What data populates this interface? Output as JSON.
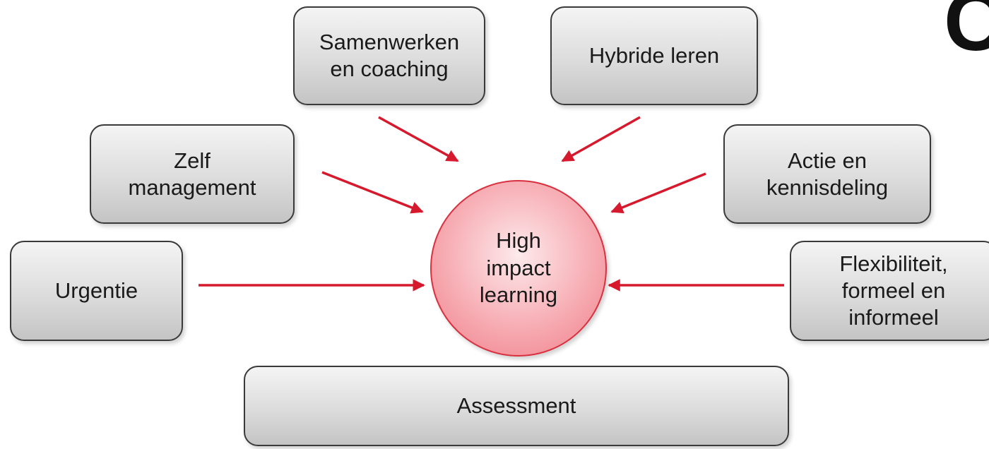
{
  "center": {
    "label": "High\nimpact\nlearning"
  },
  "boxes": {
    "samenwerken": "Samenwerken\nen coaching",
    "hybride": "Hybride leren",
    "zelf": "Zelf\nmanagement",
    "actie": "Actie en\nkennisdeling",
    "urgentie": "Urgentie",
    "flexibiliteit": "Flexibiliteit,\nformeel en\ninformeel",
    "assessment": "Assessment"
  },
  "corner": "C",
  "colors": {
    "arrow": "#d7192d",
    "circle_border": "#d9303f",
    "box_border": "#3a3a3a"
  }
}
